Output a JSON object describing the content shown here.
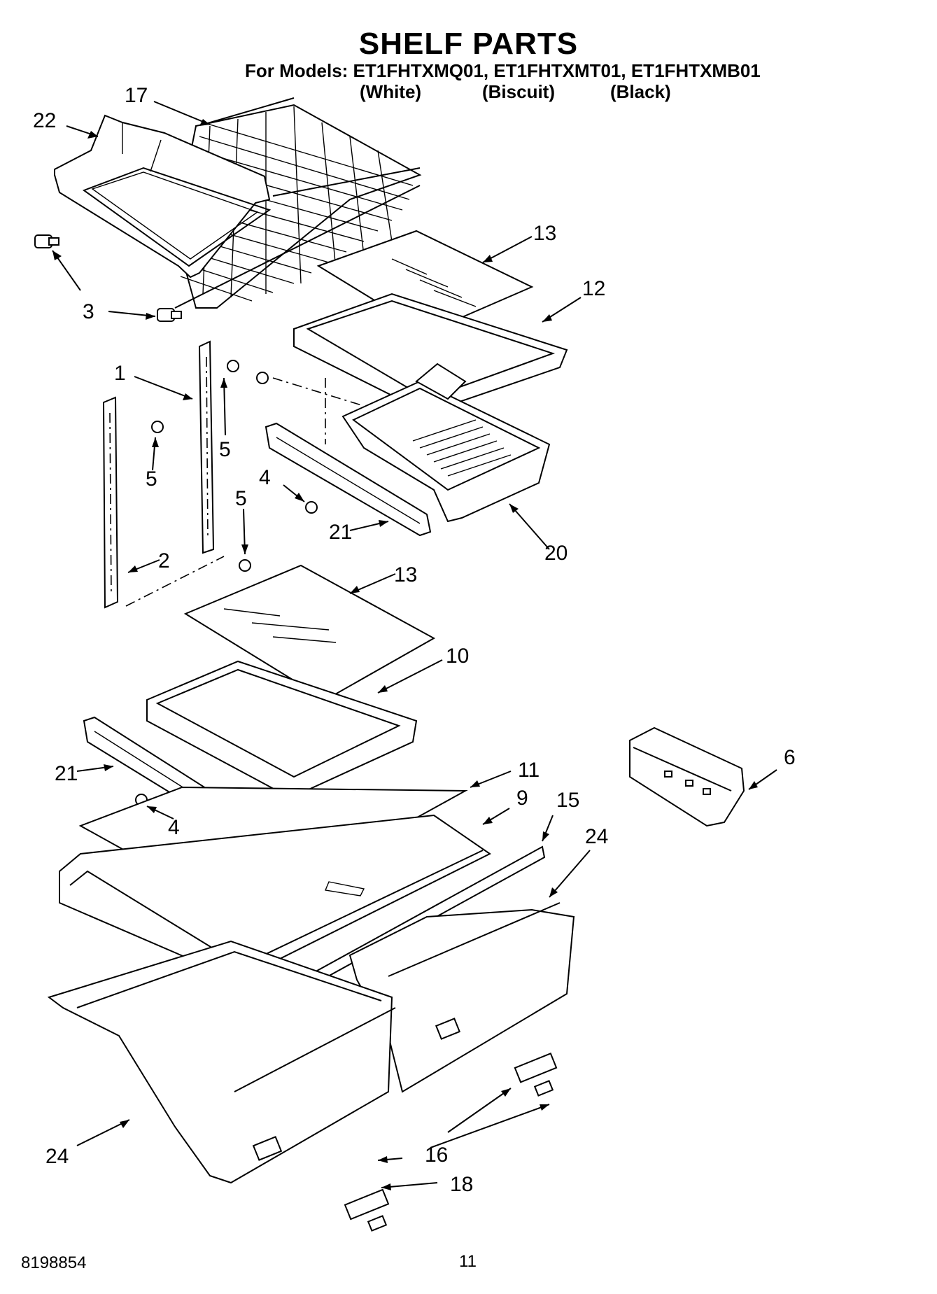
{
  "header": {
    "title": "SHELF PARTS",
    "models": "For Models: ET1FHTXMQ01, ET1FHTXMT01, ET1FHTXMB01",
    "variants": [
      "(White)",
      "(Biscuit)",
      "(Black)"
    ]
  },
  "callouts": {
    "c22": "22",
    "c17": "17",
    "c3": "3",
    "c13a": "13",
    "c12": "12",
    "c1": "1",
    "c5a": "5",
    "c5b": "5",
    "c5c": "5",
    "c4a": "4",
    "c21a": "21",
    "c20": "20",
    "c2": "2",
    "c13b": "13",
    "c10": "10",
    "c6": "6",
    "c21b": "21",
    "c11": "11",
    "c4b": "4",
    "c9": "9",
    "c15": "15",
    "c24a": "24",
    "c24b": "24",
    "c16": "16",
    "c18": "18"
  },
  "footer": {
    "doc_number": "8198854",
    "page": "11"
  }
}
